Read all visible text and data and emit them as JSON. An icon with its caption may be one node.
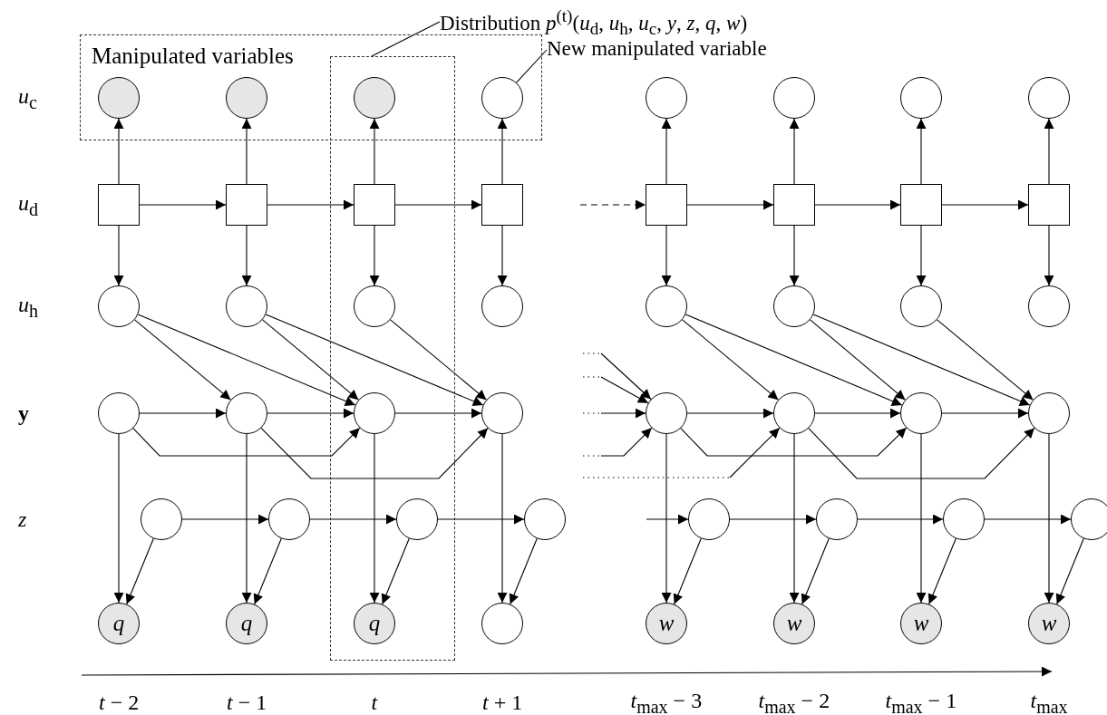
{
  "diagram": {
    "nodes": [
      {
        "text": [
          "Distribution *p*$^{(t)}$(*u*$_{d}$, *u*$_{h}$, *u*$_{c}$, *y*, *z*, *q*, *w*)"
        ]
      },
      {
        "text": [
          "New manipulated variable"
        ]
      },
      {
        "text": [
          "Manipulated variables"
        ]
      },
      {
        "text": [],
        "shape": "box"
      },
      {
        "text": [],
        "shape": "circle",
        "in": 2
      },
      {
        "text": [],
        "shape": "circle",
        "in": 2
      },
      {
        "text": [],
        "shape": "circle"
      },
      {
        "text": [],
        "shape": "circle",
        "in": 2
      },
      {
        "text": [],
        "shape": "circle"
      },
      {
        "text": [],
        "shape": "circle"
      },
      {
        "text": [],
        "shape": "circle"
      },
      {
        "text": [],
        "shape": "circle"
      },
      {
        "text": [],
        "shape": "box"
      },
      {
        "text": [],
        "shape": "box"
      },
      {
        "text": [],
        "shape": "box",
        "in": 3
      },
      {
        "text": [],
        "shape": "box"
      },
      {
        "text": [],
        "shape": "box"
      },
      {
        "text": [],
        "shape": "box"
      },
      {
        "text": [],
        "shape": "box"
      },
      {
        "text": [],
        "shape": "box"
      },
      {
        "text": [],
        "shape": "circle"
      },
      {
        "text": [],
        "shape": "circle"
      },
      {
        "text": [],
        "shape": "circle",
        "in": 3
      },
      {
        "text": [],
        "shape": "circle"
      },
      {
        "text": [],
        "shape": "circle"
      },
      {
        "text": [],
        "shape": "circle"
      },
      {
        "text": [],
        "shape": "circle"
      },
      {
        "text": [],
        "shape": "circle"
      },
      {
        "text": [],
        "shape": "circle"
      },
      {
        "text": [],
        "shape": "circle"
      },
      {
        "text": [],
        "shape": "circle",
        "in": 3
      },
      {
        "text": [],
        "shape": "circle"
      },
      {
        "text": [],
        "shape": "circle"
      },
      {
        "text": [],
        "shape": "circle"
      },
      {
        "text": [],
        "shape": "circle"
      },
      {
        "text": [],
        "shape": "circle"
      },
      {
        "text": [],
        "shape": "circle"
      },
      {
        "text": [],
        "shape": "circle"
      },
      {
        "text": [],
        "shape": "circle",
        "in": 3
      },
      {
        "text": [],
        "shape": "circle"
      },
      {
        "text": [],
        "shape": "circle"
      },
      {
        "text": [],
        "shape": "circle"
      },
      {
        "text": [],
        "shape": "circle"
      },
      {
        "text": [],
        "shape": "circle"
      },
      {
        "text": [
          "q"
        ]
      },
      {
        "text": [
          "q"
        ]
      },
      {
        "text": [
          "q"
        ],
        "in": 3
      },
      {
        "text": [],
        "shape": "circle"
      },
      {
        "text": [
          "w"
        ]
      },
      {
        "text": [
          "w"
        ]
      },
      {
        "text": [
          "w"
        ]
      },
      {
        "text": [
          "w"
        ]
      }
    ],
    "edges": [
      {
        "from": 0,
        "to": 3,
        "arrow": "none"
      },
      {
        "from": 1,
        "to": 7,
        "arrow": "none"
      },
      {
        "from": 12,
        "to": 4,
        "arrow": "to"
      },
      {
        "from": 12,
        "to": 20,
        "arrow": "to"
      },
      {
        "from": 13,
        "to": 5,
        "arrow": "to"
      },
      {
        "from": 13,
        "to": 21,
        "arrow": "to"
      },
      {
        "from": 14,
        "to": 6,
        "arrow": "to"
      },
      {
        "from": 14,
        "to": 22,
        "arrow": "to"
      },
      {
        "from": 15,
        "to": 7,
        "arrow": "to"
      },
      {
        "from": 15,
        "to": 23,
        "arrow": "to"
      },
      {
        "from": 16,
        "to": 8,
        "arrow": "to"
      },
      {
        "from": 16,
        "to": 24,
        "arrow": "to"
      },
      {
        "from": 17,
        "to": 9,
        "arrow": "to"
      },
      {
        "from": 17,
        "to": 25,
        "arrow": "to"
      },
      {
        "from": 18,
        "to": 10,
        "arrow": "to"
      },
      {
        "from": 18,
        "to": 26,
        "arrow": "to"
      },
      {
        "from": 19,
        "to": 11,
        "arrow": "to"
      },
      {
        "from": 19,
        "to": 27,
        "arrow": "to"
      },
      {
        "from": 12,
        "to": 13,
        "arrow": "to"
      },
      {
        "from": 13,
        "to": 14,
        "arrow": "to"
      },
      {
        "from": 14,
        "to": 15,
        "arrow": "to"
      },
      {
        "from": null,
        "to": 16,
        "arrow": "to",
        "style": "dashed"
      },
      {
        "from": 16,
        "to": 17,
        "arrow": "to"
      },
      {
        "from": 17,
        "to": 18,
        "arrow": "to"
      },
      {
        "from": 18,
        "to": 19,
        "arrow": "to"
      },
      {
        "from": 20,
        "to": 29,
        "arrow": "to"
      },
      {
        "from": 20,
        "to": 30,
        "arrow": "to"
      },
      {
        "from": 21,
        "to": 30,
        "arrow": "to"
      },
      {
        "from": 21,
        "to": 31,
        "arrow": "to"
      },
      {
        "from": 22,
        "to": 31,
        "arrow": "to"
      },
      {
        "from": 24,
        "to": 33,
        "arrow": "to"
      },
      {
        "from": 24,
        "to": 34,
        "arrow": "to"
      },
      {
        "from": 25,
        "to": 34,
        "arrow": "to"
      },
      {
        "from": 25,
        "to": 35,
        "arrow": "to"
      },
      {
        "from": 26,
        "to": 35,
        "arrow": "to"
      },
      {
        "from": 28,
        "to": 29,
        "arrow": "to"
      },
      {
        "from": 29,
        "to": 30,
        "arrow": "to"
      },
      {
        "from": 30,
        "to": 31,
        "arrow": "to"
      },
      {
        "from": 28,
        "to": 30,
        "arrow": "to"
      },
      {
        "from": 29,
        "to": 31,
        "arrow": "to"
      },
      {
        "from": null,
        "to": 32,
        "arrow": "to"
      },
      {
        "from": null,
        "to": 32,
        "arrow": "to"
      },
      {
        "from": null,
        "to": 32,
        "arrow": "to"
      },
      {
        "from": null,
        "to": 32,
        "arrow": "to"
      },
      {
        "from": null,
        "to": 33,
        "arrow": "to"
      },
      {
        "from": 32,
        "to": 33,
        "arrow": "to"
      },
      {
        "from": 33,
        "to": 34,
        "arrow": "to"
      },
      {
        "from": 34,
        "to": 35,
        "arrow": "to"
      },
      {
        "from": 32,
        "to": 34,
        "arrow": "to"
      },
      {
        "from": 33,
        "to": 35,
        "arrow": "to"
      },
      {
        "from": 28,
        "to": 44,
        "arrow": "to"
      },
      {
        "from": 29,
        "to": 45,
        "arrow": "to"
      },
      {
        "from": 30,
        "to": 46,
        "arrow": "to"
      },
      {
        "from": 31,
        "to": 47,
        "arrow": "to"
      },
      {
        "from": 32,
        "to": 48,
        "arrow": "to"
      },
      {
        "from": 33,
        "to": 49,
        "arrow": "to"
      },
      {
        "from": 34,
        "to": 50,
        "arrow": "to"
      },
      {
        "from": 35,
        "to": 51,
        "arrow": "to"
      },
      {
        "from": 36,
        "to": 37,
        "arrow": "to"
      },
      {
        "from": 37,
        "to": 38,
        "arrow": "to"
      },
      {
        "from": 38,
        "to": 39,
        "arrow": "to"
      },
      {
        "from": null,
        "to": 40,
        "arrow": "to"
      },
      {
        "from": 40,
        "to": 41,
        "arrow": "to"
      },
      {
        "from": 41,
        "to": 42,
        "arrow": "to"
      },
      {
        "from": 42,
        "to": 43,
        "arrow": "to"
      },
      {
        "from": 36,
        "to": 44,
        "arrow": "to"
      },
      {
        "from": 37,
        "to": 45,
        "arrow": "to"
      },
      {
        "from": 38,
        "to": 46,
        "arrow": "to"
      },
      {
        "from": 39,
        "to": 47,
        "arrow": "to"
      },
      {
        "from": 40,
        "to": 48,
        "arrow": "to"
      },
      {
        "from": 41,
        "to": 49,
        "arrow": "to"
      },
      {
        "from": 42,
        "to": 50,
        "arrow": "to"
      },
      {
        "from": 43,
        "to": 51,
        "arrow": "to"
      }
    ],
    "labels": [
      "*u*$_{c}$",
      "*u*$_{d}$",
      "*u*$_{h}$",
      "y",
      "z",
      "*t* − 2",
      "*t* − 1",
      "*t*",
      "*t* + 1",
      "*t*$_{max}$ − 3",
      "*t*$_{max}$ − 2",
      "*t*$_{max}$ − 1",
      "*t*$_{max}$"
    ]
  }
}
